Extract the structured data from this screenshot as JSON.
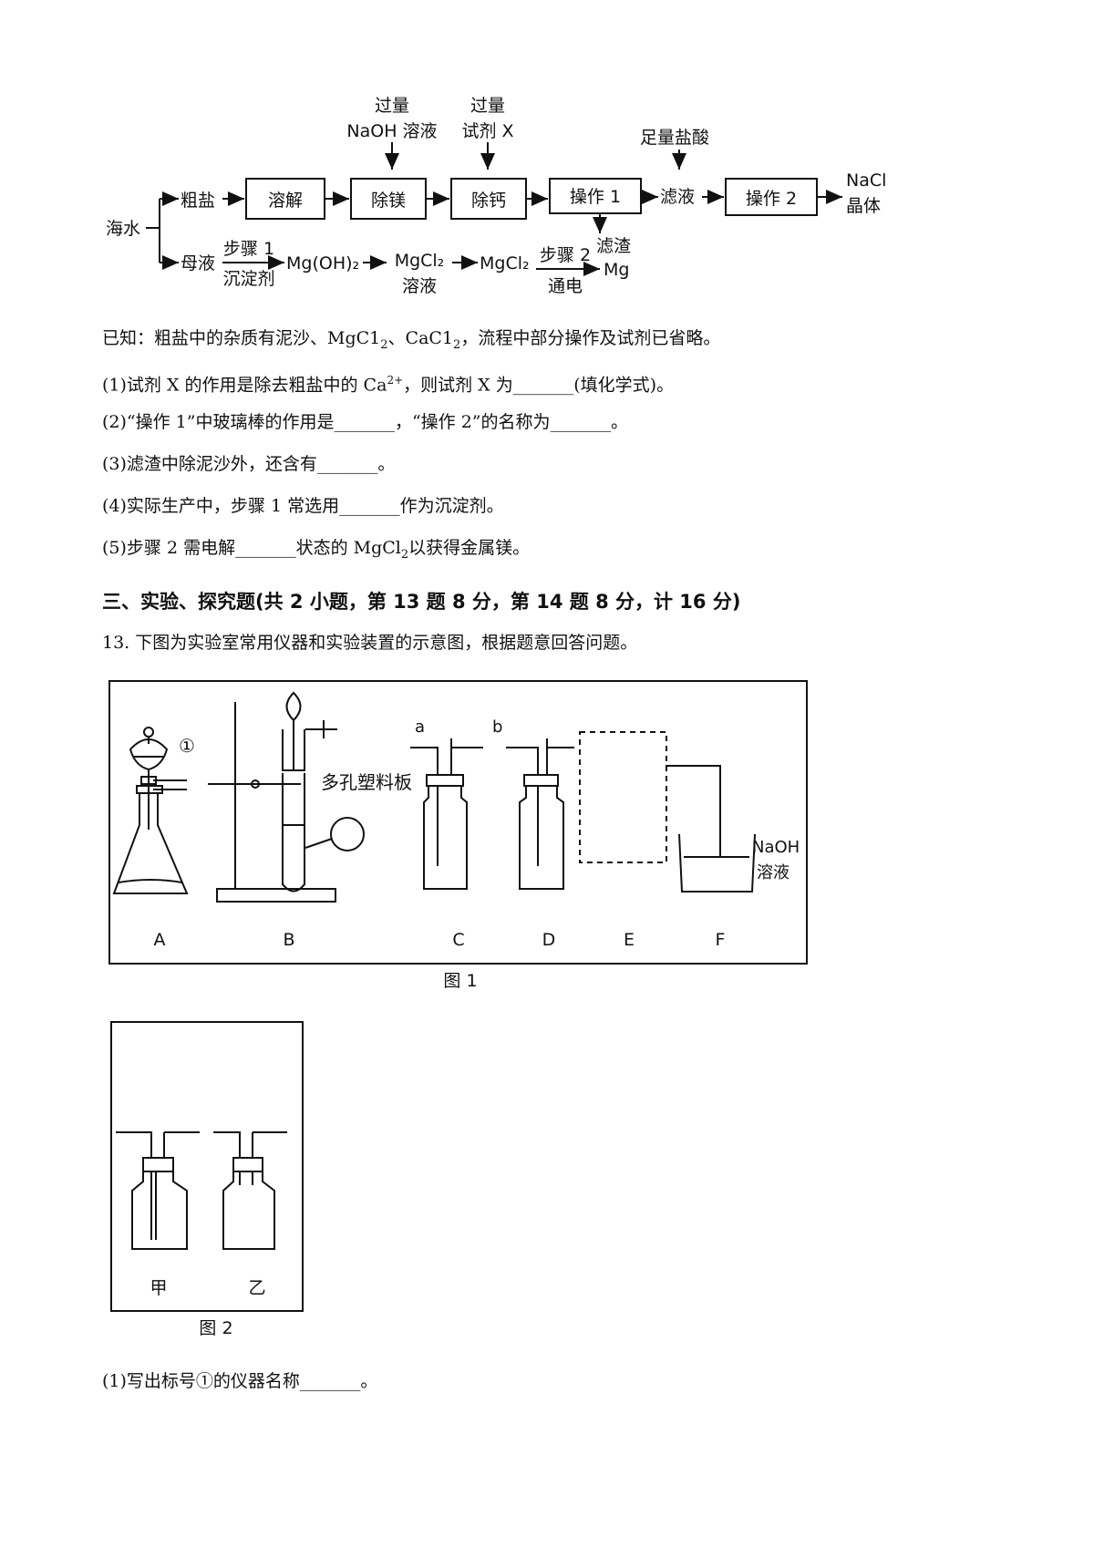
{
  "flow": {
    "top_label_naoh": [
      "过量",
      "NaOH 溶液"
    ],
    "top_label_x": [
      "过量",
      "试剂 X"
    ],
    "top_label_hcl": "足量盐酸",
    "seawater": "海水",
    "crude_salt": "粗盐",
    "box_dissolve": "溶解",
    "box_remove_mg": "除镁",
    "box_remove_ca": "除钙",
    "box_op1": "操作 1",
    "filtrate": "滤液",
    "box_op2": "操作 2",
    "product_nacl": [
      "NaCl",
      "晶体"
    ],
    "residue": "滤渣",
    "mother_liquor": "母液",
    "step1": "步骤 1",
    "precipitant": "沉淀剂",
    "mgoh2": "Mg(OH)₂",
    "mgcl2_sol": [
      "MgCl₂",
      "溶液"
    ],
    "mgcl2": "MgCl₂",
    "step2": "步骤 2",
    "electrify": "通电",
    "mg": "Mg"
  },
  "text": {
    "known_pre": "已知：粗盐中的杂质有泥沙、MgC1",
    "known_mid": "、CaC1",
    "known_post": "，流程中部分操作及试剂已省略。",
    "sub2": "2",
    "q1_pre": "(1)试剂 X 的作用是除去粗盐中的 Ca",
    "q1_sup": "2+",
    "q1_post": "，则试剂 X 为_______(填化学式)。",
    "q2": "(2)“操作 1”中玻璃棒的作用是_______，“操作 2”的名称为_______。",
    "q3": "(3)滤渣中除泥沙外，还含有_______。",
    "q4": "(4)实际生产中，步骤 1 常选用_______作为沉淀剂。",
    "q5_pre": "(5)步骤 2 需电解_______状态的 MgCl",
    "q5_post": "以获得金属镁。",
    "section3": "三、实验、探究题(共 2 小题，第 13 题 8 分，第 14 题 8 分，计 16 分)",
    "q13": "13. 下图为实验室常用仪器和实验装置的示意图，根据题意回答问题。",
    "q13_1": "(1)写出标号①的仪器名称_______。"
  },
  "fig1": {
    "caption": "图 1",
    "labels": [
      "A",
      "B",
      "C",
      "D",
      "E",
      "F"
    ],
    "mark1": "①",
    "plate": "多孔塑料板",
    "port_a": "a",
    "port_b": "b",
    "naoh": [
      "NaOH",
      "溶液"
    ]
  },
  "fig2": {
    "caption": "图 2",
    "labels": [
      "甲",
      "乙"
    ]
  }
}
